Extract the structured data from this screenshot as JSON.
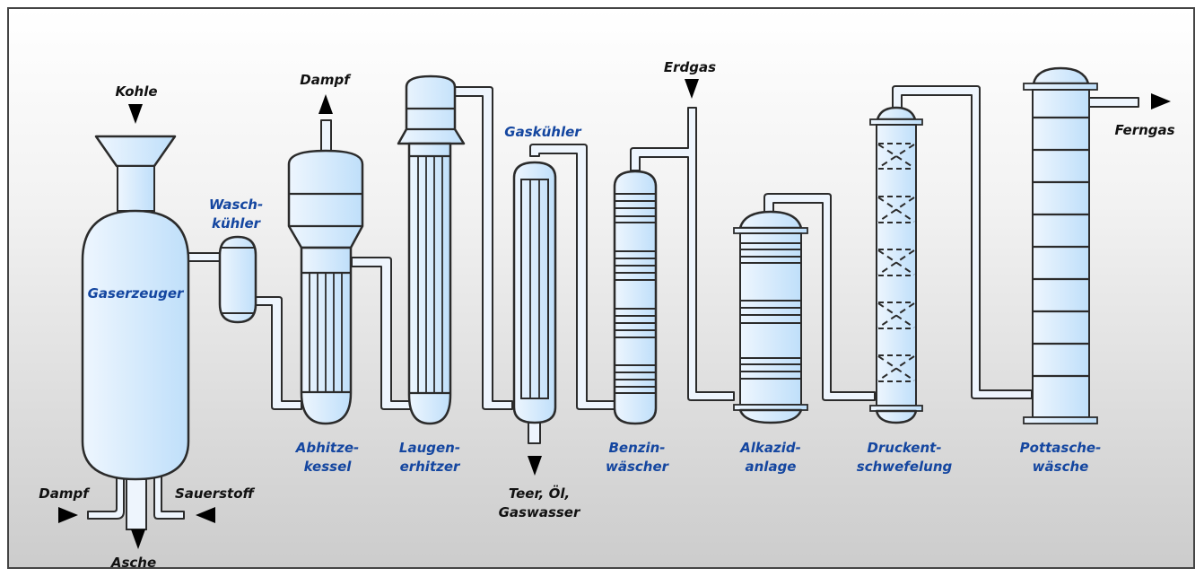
{
  "diagram": {
    "title": "Coal gasification process flow",
    "colors": {
      "vessel_fill_left": "#eef6fe",
      "vessel_fill_right": "#bfdffa",
      "pipe_fill": "#eef5fd",
      "outline": "#2b2b2b",
      "equipment_label": "#1446a0",
      "stream_label": "#111111",
      "background_top": "#ffffff",
      "background_bottom": "#cccccc"
    },
    "equipment": [
      {
        "id": "gaserzeuger",
        "label_lines": [
          "Gaserzeuger"
        ]
      },
      {
        "id": "waschkuehler",
        "label_lines": [
          "Wasch-",
          "kühler"
        ]
      },
      {
        "id": "abhitzekessel",
        "label_lines": [
          "Abhitze-",
          "kessel"
        ]
      },
      {
        "id": "laugenerhitzer",
        "label_lines": [
          "Laugen-",
          "erhitzer"
        ]
      },
      {
        "id": "gaskuehler",
        "label_lines": [
          "Gaskühler"
        ]
      },
      {
        "id": "benzinwaescher",
        "label_lines": [
          "Benzin-",
          "wäscher"
        ]
      },
      {
        "id": "alkazidanlage",
        "label_lines": [
          "Alkazid-",
          "anlage"
        ]
      },
      {
        "id": "druckentschwefelung",
        "label_lines": [
          "Druckent-",
          "schwefelung"
        ]
      },
      {
        "id": "pottaschewaesche",
        "label_lines": [
          "Pottasche-",
          "wäsche"
        ]
      }
    ],
    "streams": [
      {
        "id": "kohle",
        "label_lines": [
          "Kohle"
        ],
        "direction": "in"
      },
      {
        "id": "dampf-in",
        "label_lines": [
          "Dampf"
        ],
        "direction": "in"
      },
      {
        "id": "sauerstoff",
        "label_lines": [
          "Sauerstoff"
        ],
        "direction": "in"
      },
      {
        "id": "asche",
        "label_lines": [
          "Asche"
        ],
        "direction": "out"
      },
      {
        "id": "dampf-out",
        "label_lines": [
          "Dampf"
        ],
        "direction": "out"
      },
      {
        "id": "teer",
        "label_lines": [
          "Teer, Öl,",
          "Gaswasser"
        ],
        "direction": "out"
      },
      {
        "id": "erdgas",
        "label_lines": [
          "Erdgas"
        ],
        "direction": "in"
      },
      {
        "id": "ferngas",
        "label_lines": [
          "Ferngas"
        ],
        "direction": "out"
      }
    ]
  }
}
